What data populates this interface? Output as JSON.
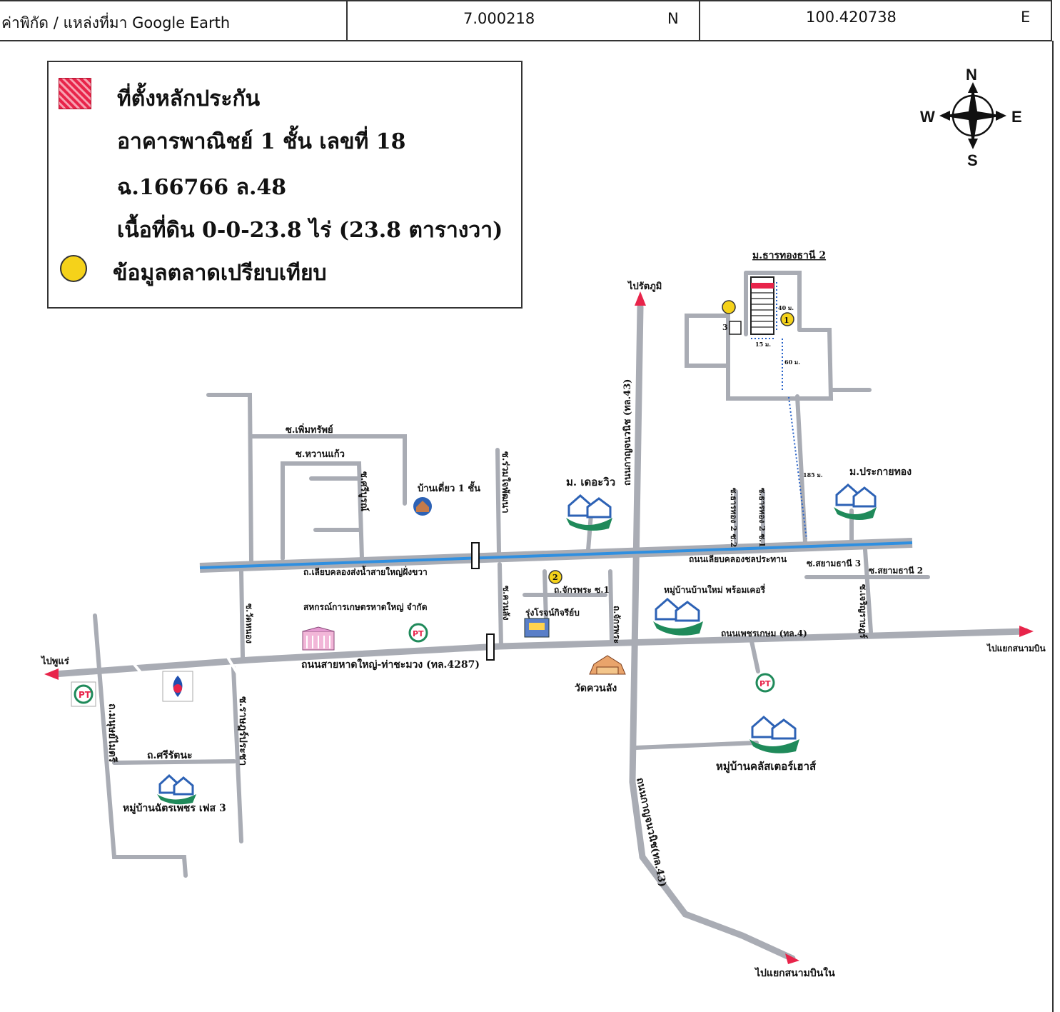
{
  "header": {
    "source_label": "ค่าพิกัด / แหล่งที่มา Google Earth",
    "latitude": "7.000218",
    "lat_dir": "N",
    "longitude": "100.420738",
    "lon_dir": "E"
  },
  "legend": {
    "collateral_label": "ที่ตั้งหลักประกัน",
    "building_line": "อาคารพาณิชย์ 1 ชั้น เลขที่ 18",
    "deed_line": "ฉ.166766 ล.48",
    "area_line": "เนื้อที่ดิน 0-0-23.8 ไร่ (23.8 ตารางวา)",
    "market_label": "ข้อมูลตลาดเปรียบเทียบ",
    "collateral_color": "#e8244a",
    "market_color": "#f5d21a"
  },
  "compass": {
    "n": "N",
    "s": "S",
    "e": "E",
    "w": "W"
  },
  "map": {
    "to_rattaphum": "ไปรัตภูมิ",
    "mu_tharathong2": "ม.ธารทองธานี 2",
    "dist_40": "40 ม.",
    "dist_15": "15 ม.",
    "dist_60": "60 ม.",
    "dist_185": "185 ม.",
    "soi_phermsap": "ซ.เพิ่มทรัพย์",
    "soi_phwanklaeo": "ซ.หวานแก้ว",
    "soi_sriburan": "ซ.ศรีบูรณ์",
    "ban_diao": "บ้านเดี่ยว 1 ชั้น",
    "soi_ruamphatthana": "ซ.ร่วมใจพัฒนา",
    "road_kanchanawanit": "ถนนกาญจนวนิช (ทล.43)",
    "mu_the_view": "ม. เดอะวิว",
    "soi_tharathong_2_2": "ซ.ธารทอง 2 ซ.2",
    "soi_tharathong_2_1": "ซ.ธารทอง 2 ซ.1",
    "mu_prakaithong": "ม.ประกายทอง",
    "road_canal_right": "ถนนเลียบคลองชลประทาน",
    "road_canal_left": "ถ.เลียบคลองส่งน้ำสายใหญ่ฝั่งขวา",
    "soi_sayamthani3": "ซ.สยามธานี 3",
    "soi_sayamthani2": "ซ.สยามธานี 2",
    "soi_jakphra1": "ถ.จักรพระ ซ.1",
    "village_ban_mai": "หมู่บ้านบ้านใหม่ พร้อมเคอรี่",
    "soi_charoenrat": "ซ.เจริญราษฎร์",
    "soi_watnong": "ซ.วัดหนอง",
    "coop": "สหกรณ์การเกษตรหาดใหญ่ จำกัด",
    "soi_khuanlang": "ซ.ควนลัง",
    "rung_rojana": "รุ่งโรจน์กิจรีย์บ",
    "road_jakphra": "ถ.จักรพระ",
    "road_phetkasem": "ถนนเพชรเกษม (ทล.4)",
    "to_airport": "ไปแยกสนามบิน",
    "to_phuket": "ไปพูแร่",
    "road_hatyai_thachamuang": "ถนนสายหาดใหญ่-ท่าชะมวง (ทล.4287)",
    "wat_khuanlang": "วัดควนลัง",
    "road_manusanthai": "ถ.มนุษย์ไมตรี",
    "soi_rajprachasuk": "ซ.ราษฎร์ประชา",
    "road_srirattana": "ถ.ศรีรัตนะ",
    "village_chatphet3": "หมู่บ้านฉัตรเพชร เฟส 3",
    "village_classic_house": "หมู่บ้านคลัสเตอร์เฮาส์",
    "road_kanchanawanit_2": "ถนนกาญจนวนิช(ทล.43)",
    "to_airport_in": "ไปแยกสนามบินใน",
    "marker1": "1",
    "marker2": "2",
    "marker3": "3"
  }
}
